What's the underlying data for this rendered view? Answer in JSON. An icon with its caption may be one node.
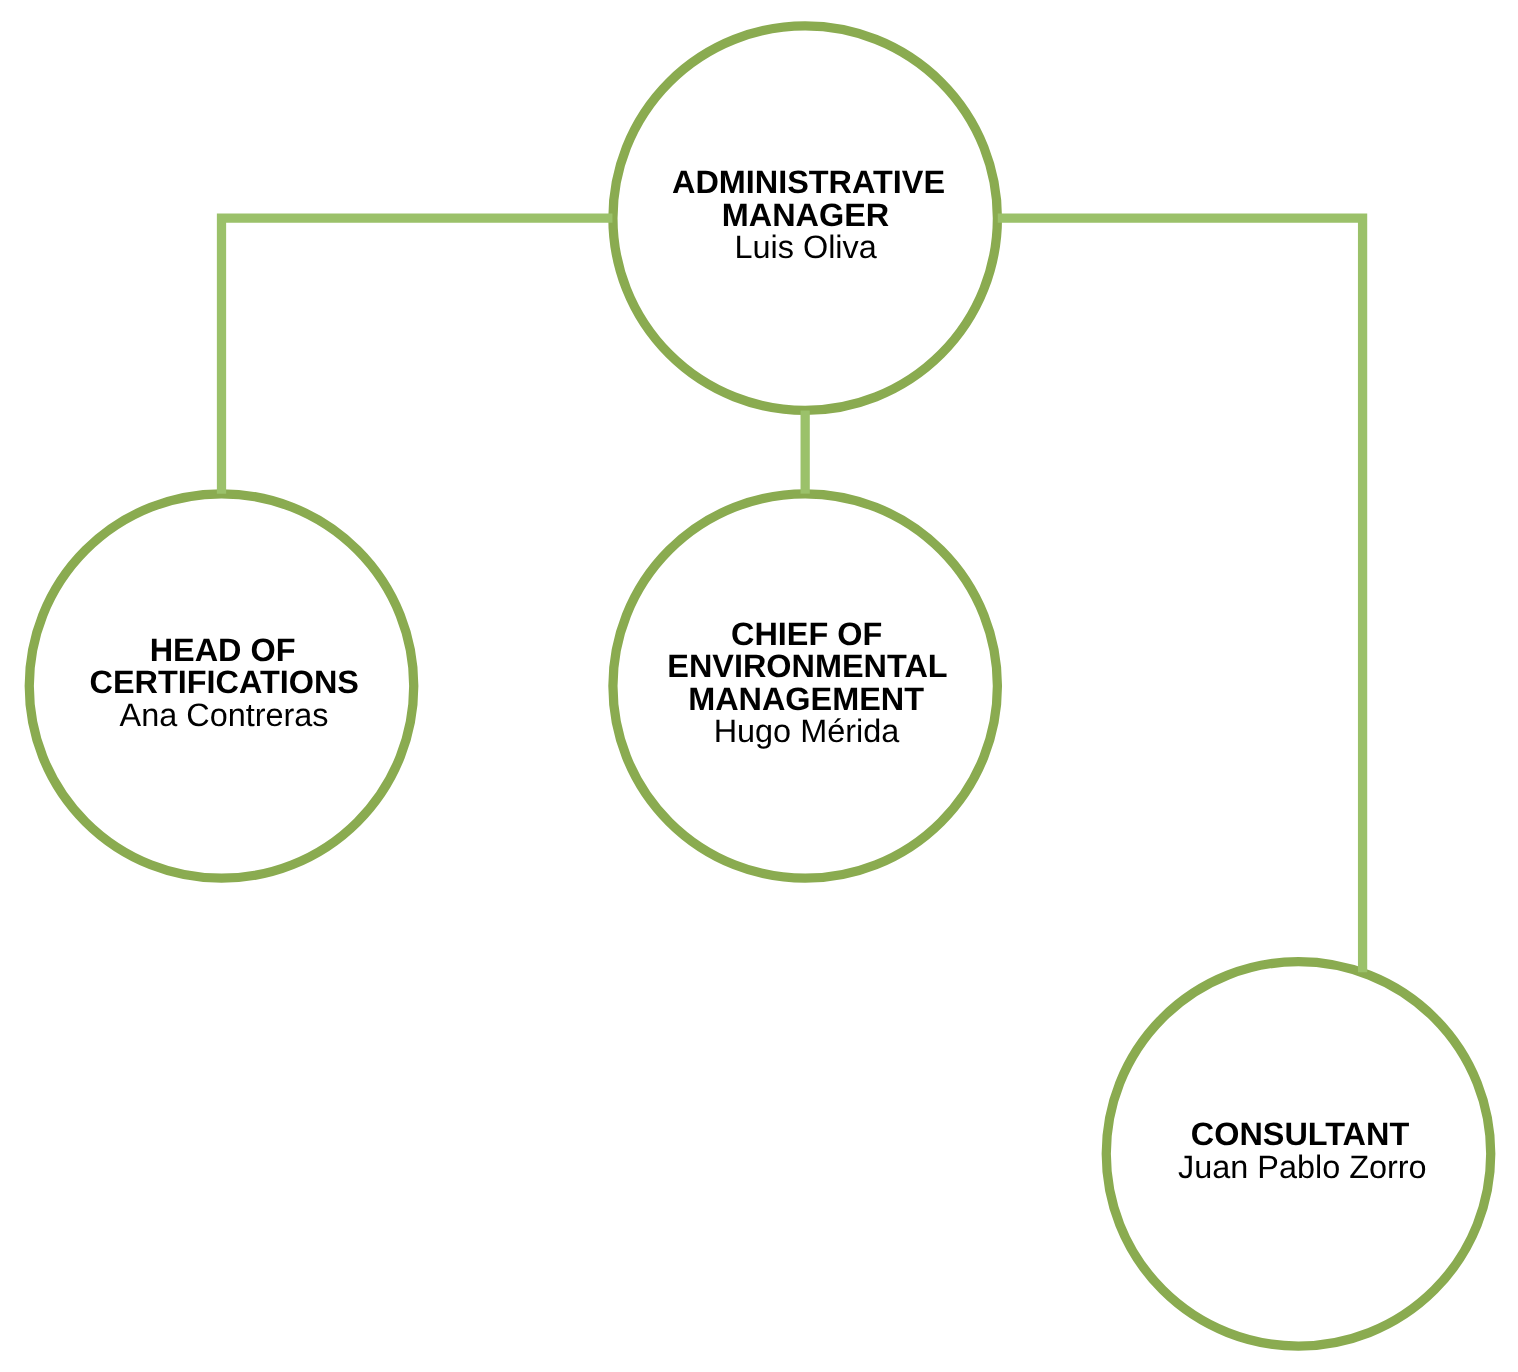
{
  "diagram": {
    "nodes": [
      {
        "text": [
          "ADMINISTRATIVE MANAGER",
          "Luis Oliva"
        ]
      },
      {
        "text": [
          "HEAD OF CERTIFICATIONS",
          "Ana Contreras"
        ]
      },
      {
        "text": [
          "CHIEF OF ENVIRONMENTAL MANAGEMENT",
          "Hugo Mérida"
        ]
      },
      {
        "text": [
          "CONSULTANT",
          "Juan Pablo Zorro"
        ]
      }
    ],
    "edges": [
      {
        "from": 0,
        "to": 1,
        "arrow": "none"
      },
      {
        "from": 0,
        "to": 2,
        "arrow": "none"
      },
      {
        "from": 0,
        "to": 3,
        "arrow": "none"
      }
    ]
  }
}
